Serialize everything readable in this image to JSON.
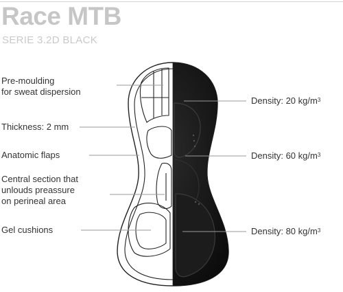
{
  "header": {
    "title": "Race MTB",
    "subtitle": "SERIE 3.2D BLACK"
  },
  "left_labels": [
    {
      "lines": [
        "Pre-moulding",
        "for sweat dispersion"
      ]
    },
    {
      "lines": [
        "Thickness: 2 mm"
      ]
    },
    {
      "lines": [
        "Anatomic flaps"
      ]
    },
    {
      "lines": [
        "Central section that",
        "unlouds preassure",
        "on perineal area"
      ]
    },
    {
      "lines": [
        "Gel cushions"
      ]
    }
  ],
  "right_labels": [
    {
      "text": "Density: 20 kg/m",
      "sup": "3"
    },
    {
      "text": "Density: 60 kg/m",
      "sup": "3"
    },
    {
      "text": "Density: 80 kg/m",
      "sup": "3"
    }
  ],
  "colors": {
    "pad_dark": "#111111",
    "outline": "#222222",
    "leader_line": "#9a9a9a",
    "title": "#c6c6c6"
  }
}
